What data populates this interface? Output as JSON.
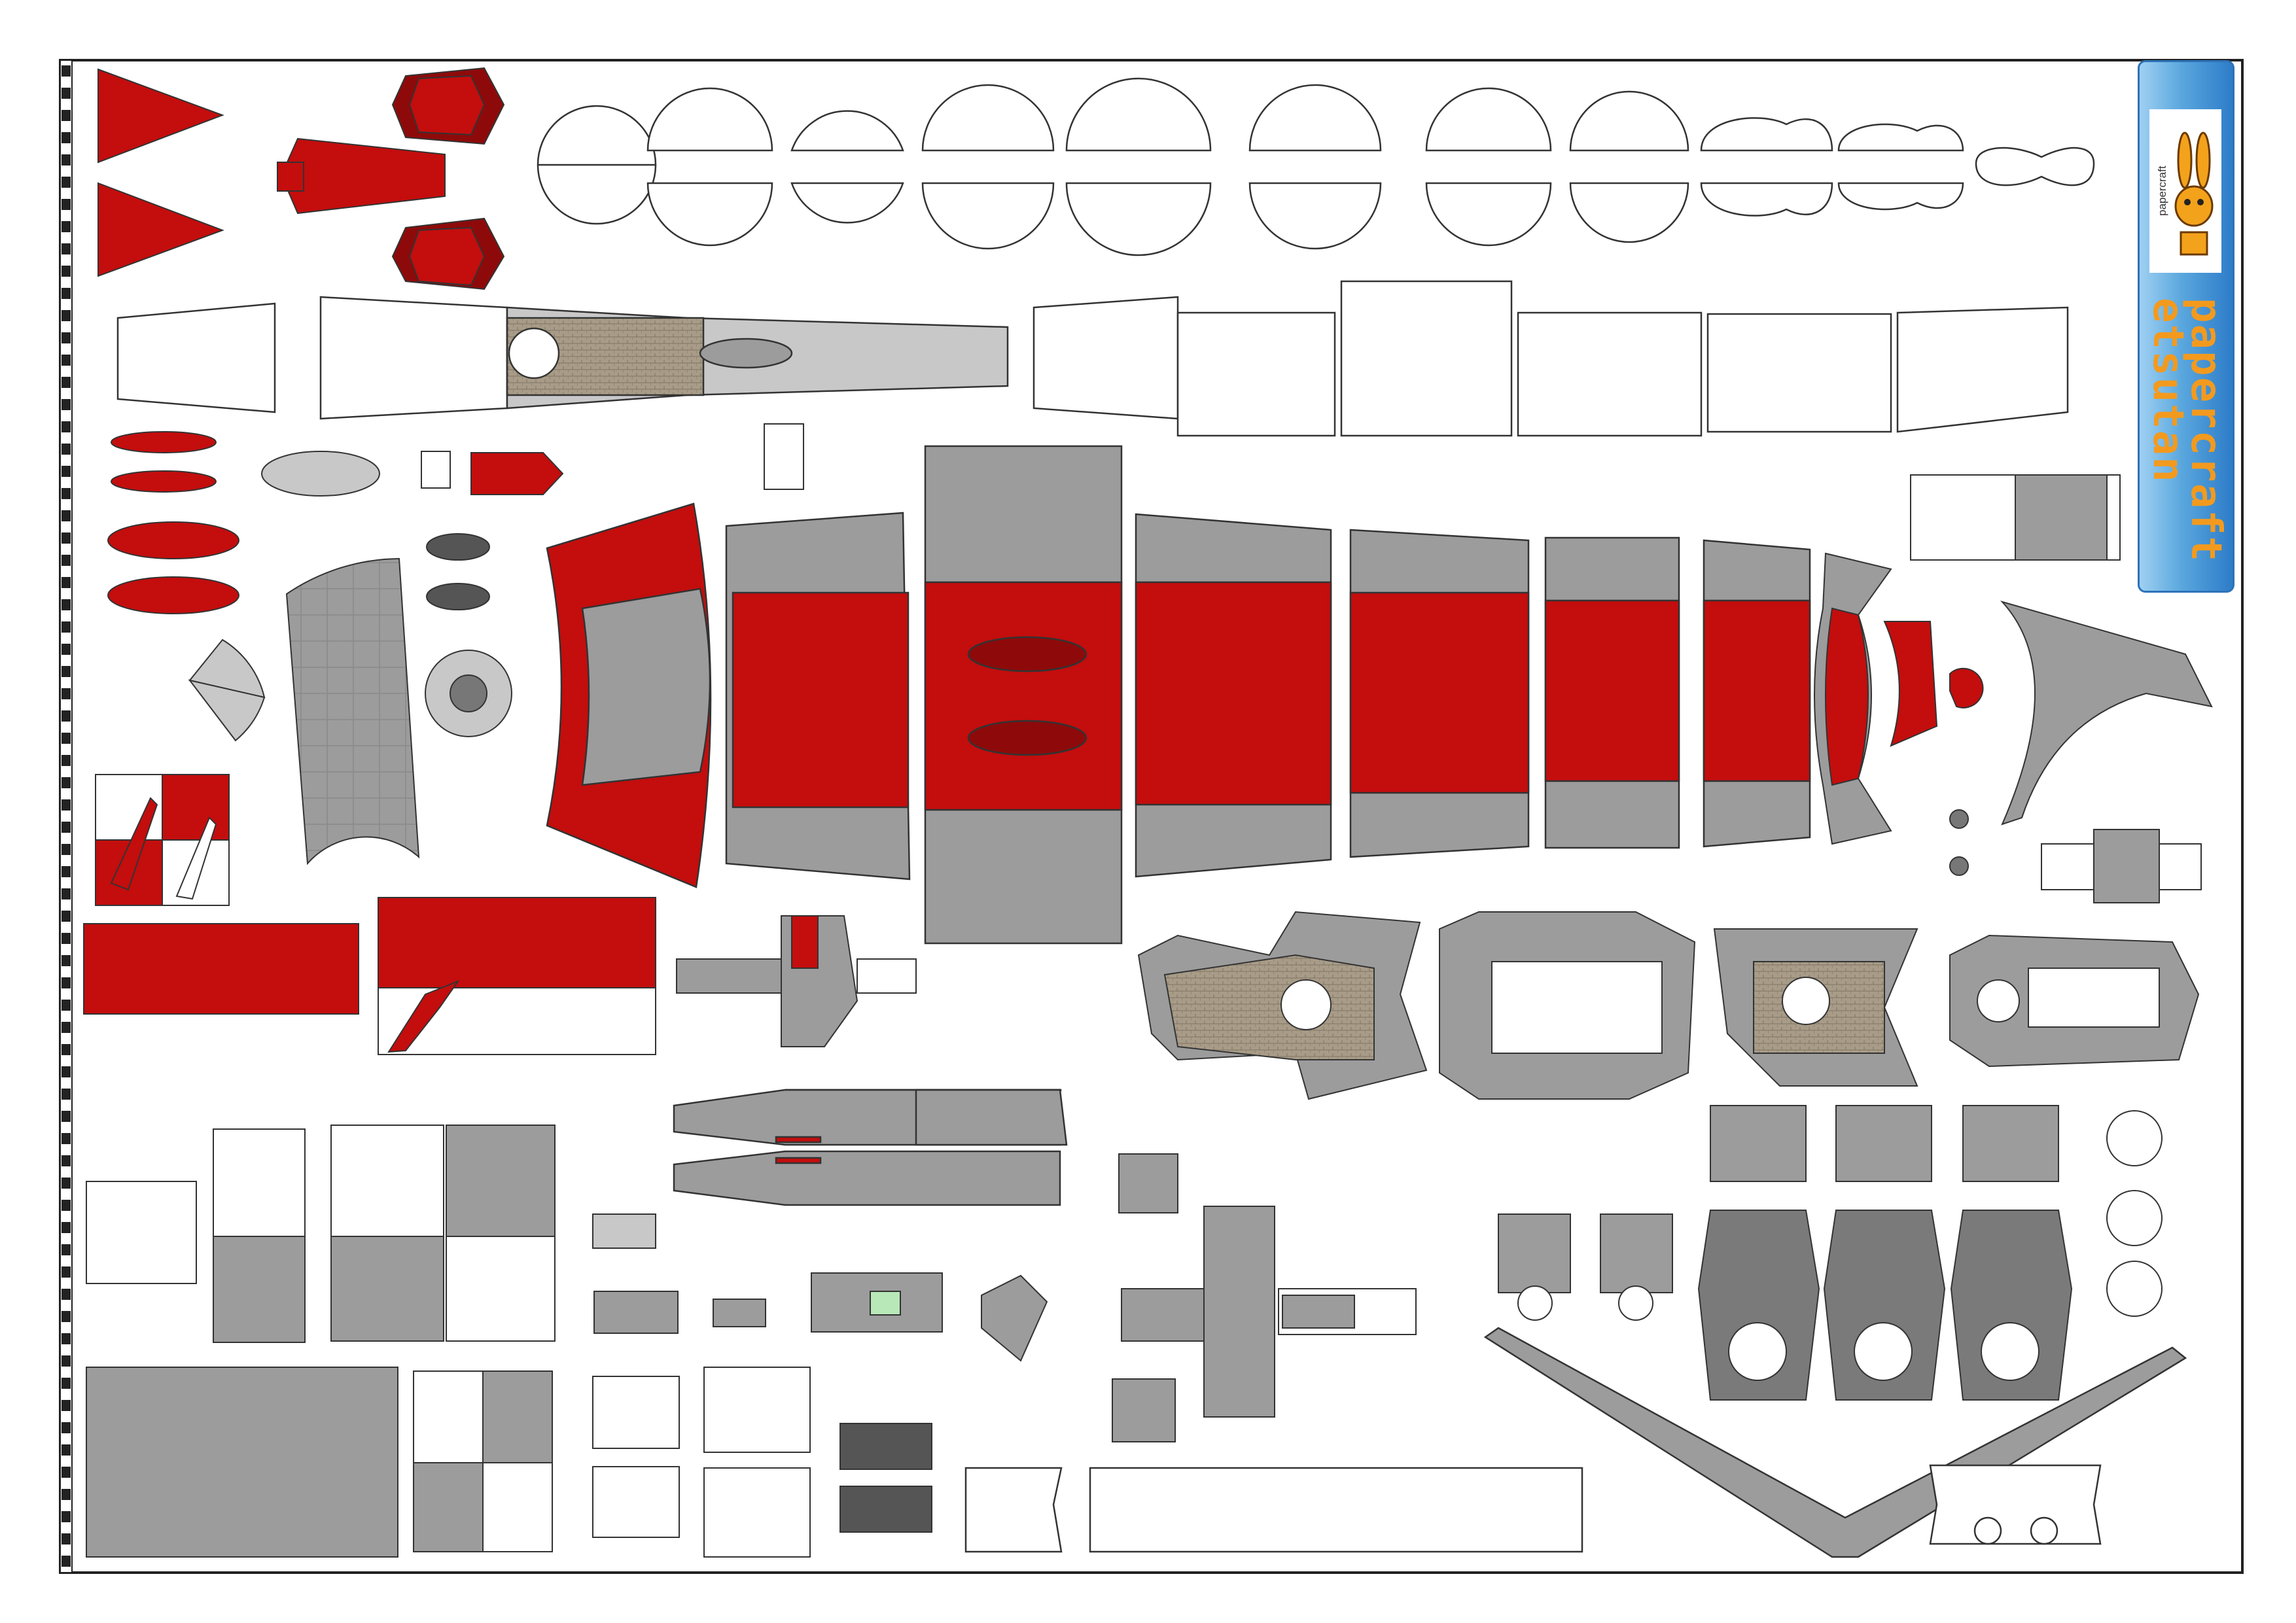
{
  "brand": {
    "title": "papercraft",
    "author": "etsutan",
    "logo_caption": "papercraft",
    "logo_icon": "rabbit-mascot-icon"
  },
  "colors": {
    "red": "#c40d0d",
    "dark_red": "#8e0a0a",
    "gray": "#9c9c9c",
    "dark_gray": "#6f6f6f",
    "light_gray": "#c8c8c8",
    "deck_tan": "#a89c88",
    "outline": "#333333",
    "panel_blue": "#4f9ad8",
    "brand_orange": "#f39a1e"
  }
}
